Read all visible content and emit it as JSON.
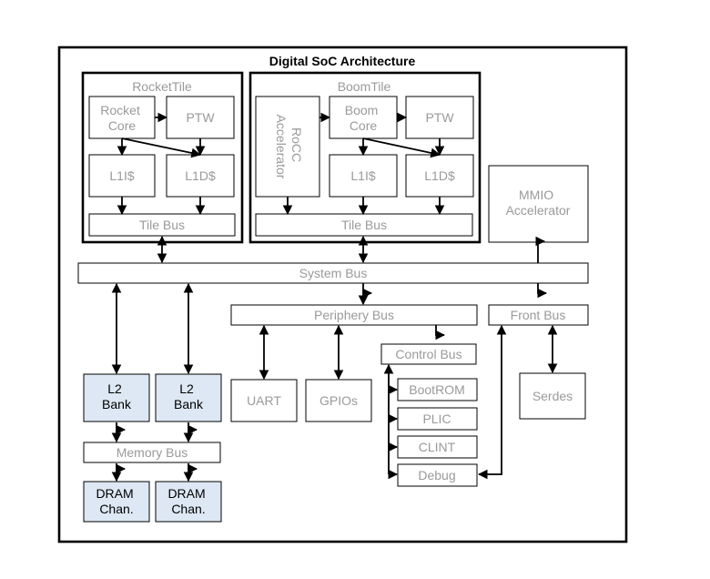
{
  "title": "Digital SoC Architecture",
  "rocket_tile": {
    "name": "RocketTile",
    "core": "Rocket Core",
    "ptw": "PTW",
    "l1i": "L1I$",
    "l1d": "L1D$",
    "bus": "Tile Bus"
  },
  "boom_tile": {
    "name": "BoomTile",
    "rocc": "RoCC Accelerator",
    "core": "Boom Core",
    "ptw": "PTW",
    "l1i": "L1I$",
    "l1d": "L1D$",
    "bus": "Tile Bus"
  },
  "mmio": "MMIO Accelerator",
  "system_bus": "System Bus",
  "periphery_bus": "Periphery Bus",
  "front_bus": "Front Bus",
  "control_bus": "Control Bus",
  "uart": "UART",
  "gpios": "GPIOs",
  "serdes": "Serdes",
  "control_devices": [
    "BootROM",
    "PLIC",
    "CLINT",
    "Debug"
  ],
  "l2_banks": [
    "L2 Bank",
    "L2 Bank"
  ],
  "memory_bus": "Memory Bus",
  "dram_channels": [
    "DRAM Chan.",
    "DRAM Chan."
  ]
}
